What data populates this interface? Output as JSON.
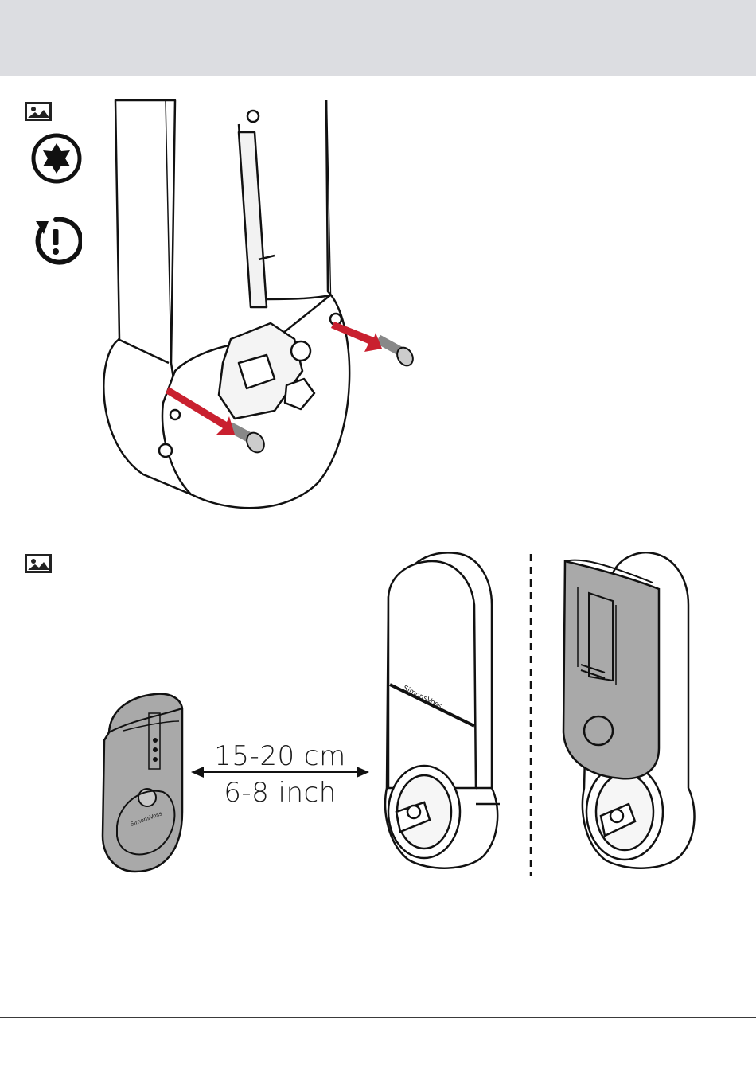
{
  "section_1": {
    "badge_icon": "image-icon",
    "tool_icon": "torx-star-icon",
    "torque_icon": "torque-warning-icon",
    "arrow_color": "#c9202f"
  },
  "section_2": {
    "badge_icon": "image-icon",
    "distance_metric": "15-20 cm",
    "distance_imperial": "6-8 inch",
    "device_fill": "#a9a9a9",
    "brand_mark": "SimonsVoss"
  }
}
